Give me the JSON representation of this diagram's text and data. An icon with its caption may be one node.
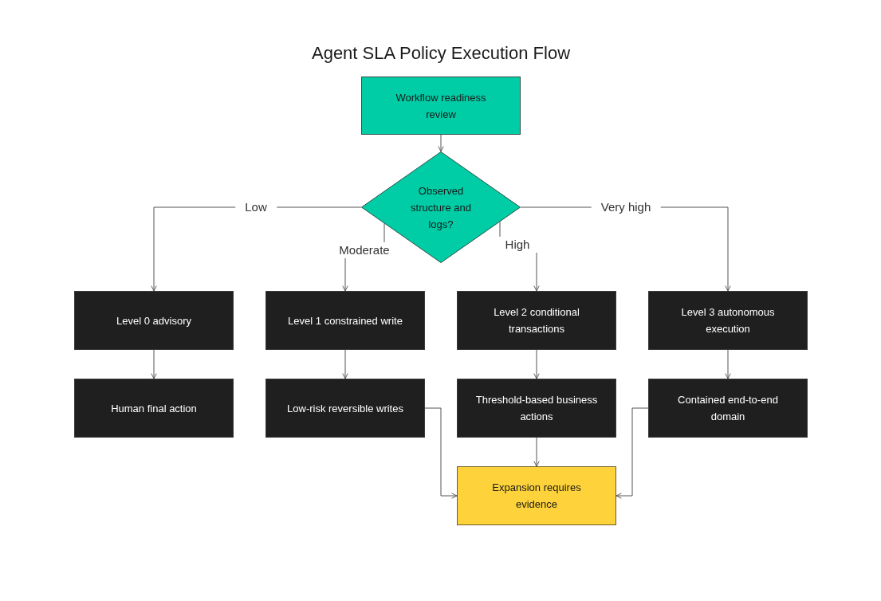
{
  "diagram": {
    "title": "Agent SLA Policy Execution Flow",
    "nodes": [
      {
        "text": [
          "Workflow readiness review"
        ]
      },
      {
        "text": [
          "Observed structure and logs?"
        ]
      },
      {
        "text": [
          "Level 0 advisory"
        ]
      },
      {
        "text": [
          "Level 1 constrained write"
        ]
      },
      {
        "text": [
          "Level 2 conditional transactions"
        ]
      },
      {
        "text": [
          "Level 3 autonomous execution"
        ]
      },
      {
        "text": [
          "Human final action"
        ]
      },
      {
        "text": [
          "Low-risk reversible writes"
        ]
      },
      {
        "text": [
          "Threshold-based business actions"
        ]
      },
      {
        "text": [
          "Contained end-to-end domain"
        ]
      },
      {
        "text": [
          "Expansion requires evidence"
        ]
      }
    ],
    "edges": [
      {
        "from": 0,
        "to": 1,
        "arrow": "to"
      },
      {
        "from": 1,
        "to": 2,
        "arrow": "to",
        "label": "Low"
      },
      {
        "from": 1,
        "to": 3,
        "arrow": "to",
        "label": "Moderate"
      },
      {
        "from": 1,
        "to": 4,
        "arrow": "to",
        "label": "High"
      },
      {
        "from": 1,
        "to": 5,
        "arrow": "to",
        "label": "Very high"
      },
      {
        "from": 2,
        "to": 6,
        "arrow": "to"
      },
      {
        "from": 3,
        "to": 7,
        "arrow": "to"
      },
      {
        "from": 4,
        "to": 8,
        "arrow": "to"
      },
      {
        "from": 5,
        "to": 9,
        "arrow": "to"
      },
      {
        "from": 7,
        "to": 10,
        "arrow": "to"
      },
      {
        "from": 8,
        "to": 10,
        "arrow": "to"
      },
      {
        "from": 9,
        "to": 10,
        "arrow": "to"
      }
    ]
  }
}
